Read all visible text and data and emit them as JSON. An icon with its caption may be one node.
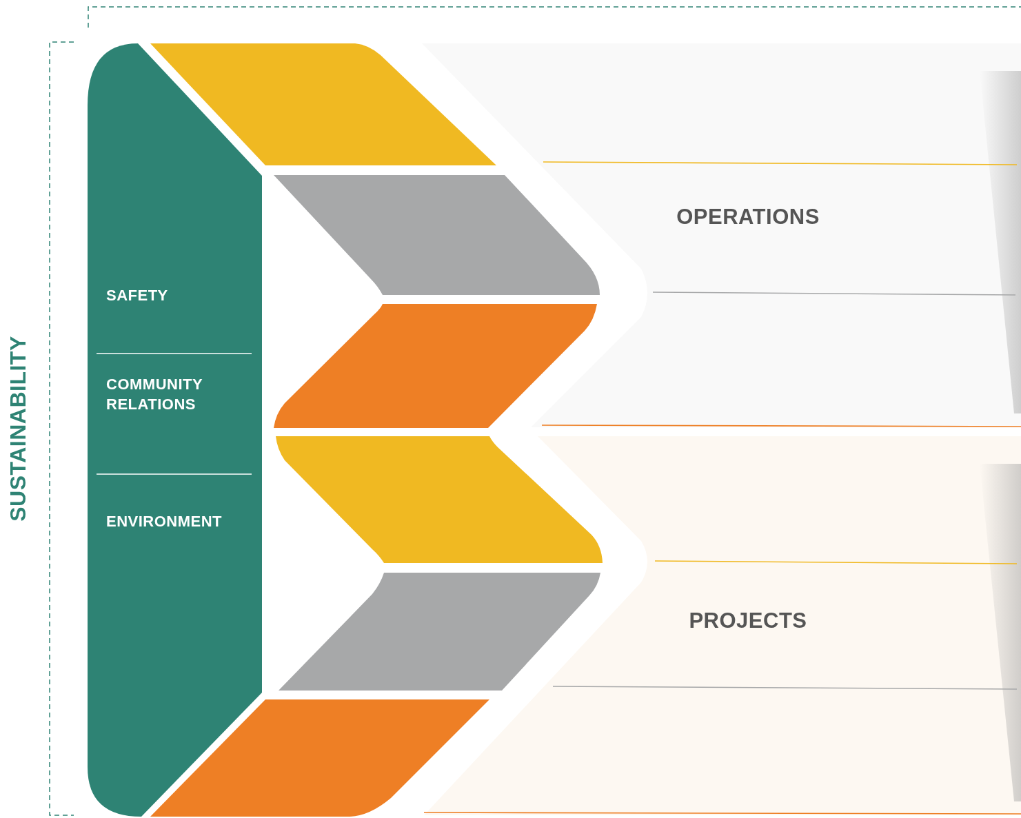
{
  "diagram": {
    "nodes": [
      {
        "text": [
          "SAFETY",
          "COMMUNITY RELATIONS",
          "ENVIRONMENT"
        ]
      },
      {
        "text": [
          "OPERATIONS"
        ]
      },
      {
        "text": [
          "PROJECTS"
        ]
      }
    ],
    "labels": [
      "SUSTAINABILITY"
    ]
  }
}
